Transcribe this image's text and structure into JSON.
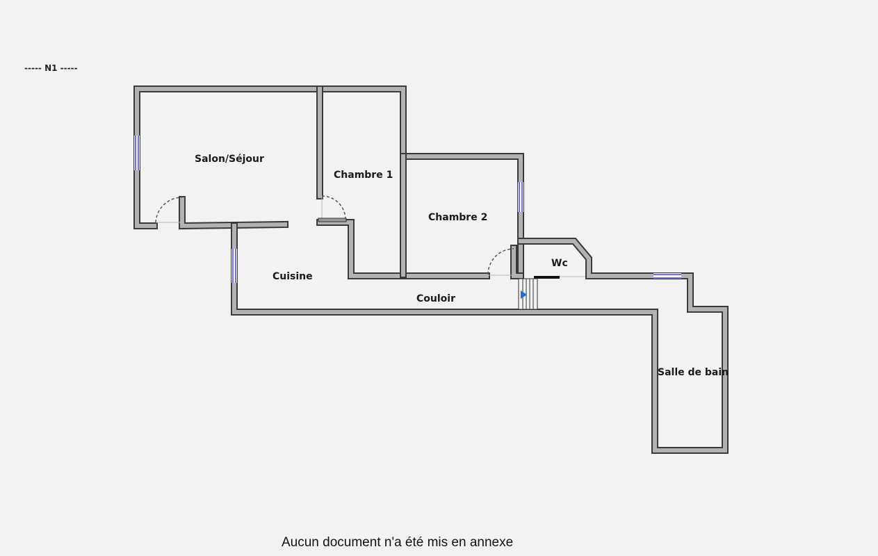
{
  "level_label": "-----  N1  -----",
  "rooms": {
    "salon": "Salon/Séjour",
    "chambre1": "Chambre 1",
    "chambre2": "Chambre 2",
    "wc": "Wc",
    "cuisine": "Cuisine",
    "couloir": "Couloir",
    "salle_de_bain": "Salle de bain"
  },
  "footer_note": "Aucun document n'a été mis en annexe",
  "colors": {
    "wall": "#b3b3b3",
    "wall_edge": "#3a3a3a",
    "window": "#4a4ad0",
    "stair_arrow": "#1e6ee0"
  }
}
